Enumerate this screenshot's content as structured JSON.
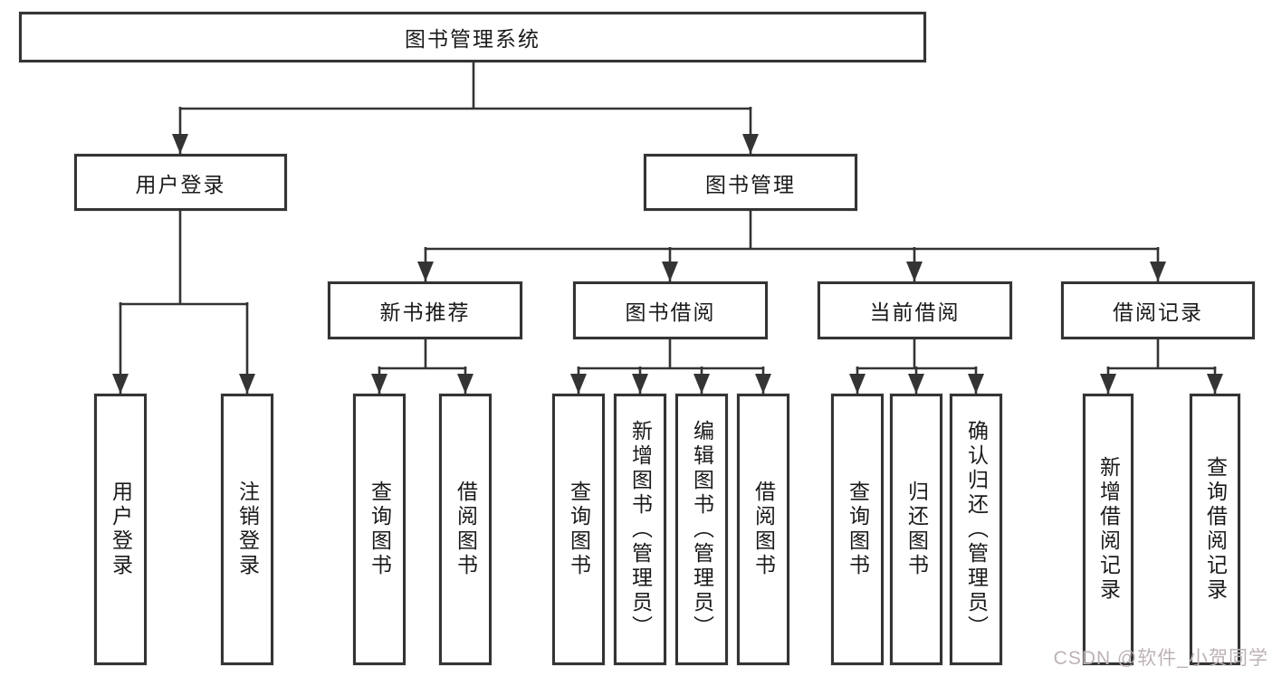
{
  "diagram": {
    "root": {
      "label": "图书管理系统"
    },
    "level2": [
      {
        "label": "用户登录"
      },
      {
        "label": "图书管理"
      }
    ],
    "level3": [
      {
        "label": "新书推荐"
      },
      {
        "label": "图书借阅"
      },
      {
        "label": "当前借阅"
      },
      {
        "label": "借阅记录"
      }
    ],
    "leaves": {
      "user": [
        "用户登录",
        "注销登录"
      ],
      "recommend": [
        "查询图书",
        "借阅图书"
      ],
      "borrow": [
        "查询图书",
        "新增图书（管理员）",
        "编辑图书（管理员）",
        "借阅图书"
      ],
      "current": [
        "查询图书",
        "归还图书",
        "确认归还（管理员）"
      ],
      "records": [
        "新增借阅记录",
        "查询借阅记录"
      ]
    }
  },
  "watermark": {
    "text": "CSDN @软件_小贺同学"
  },
  "colors": {
    "line": "#343434",
    "text": "#1a1a1a",
    "background": "#ffffff",
    "watermark": "#bdb2b6"
  }
}
